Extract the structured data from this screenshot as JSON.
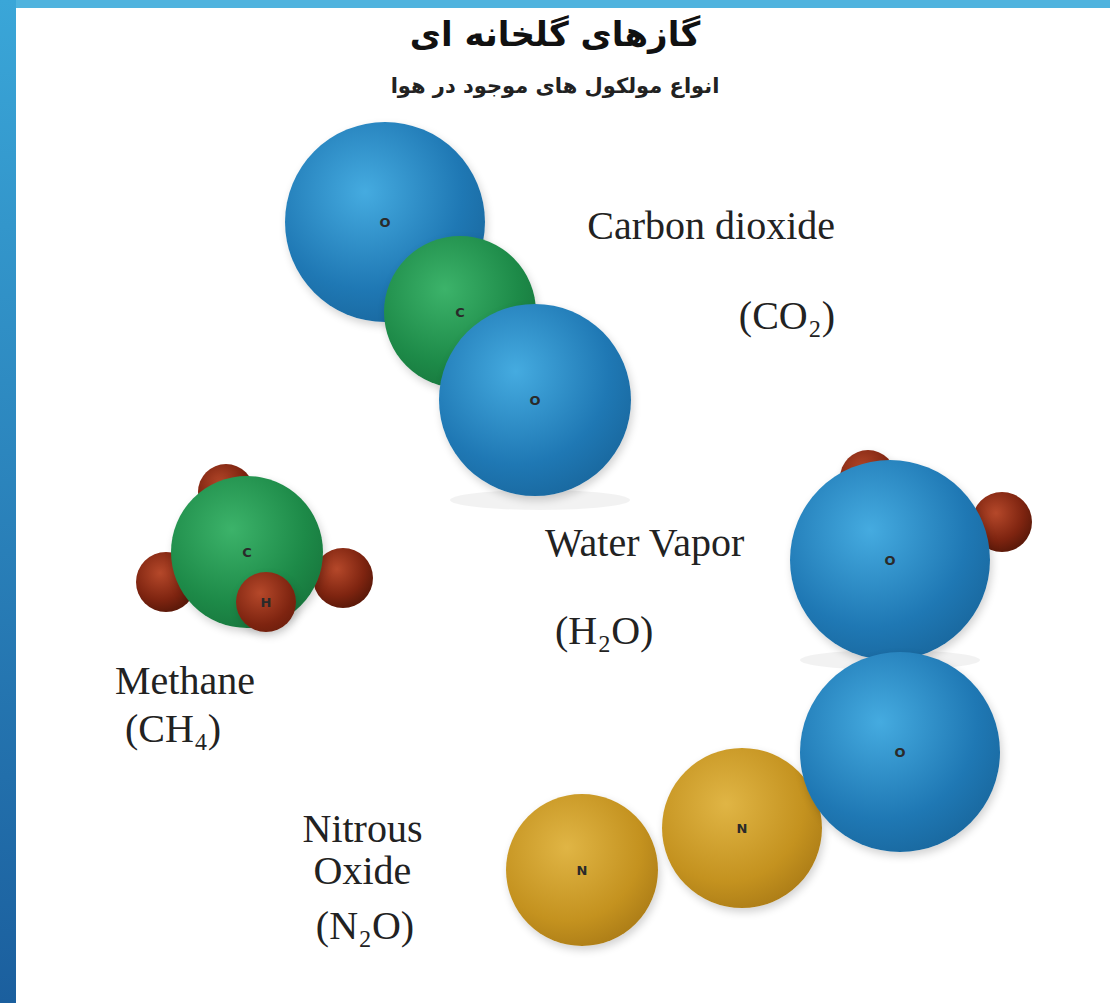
{
  "diagram": {
    "title": "گازهای گلخانه ای",
    "nodes": [
      {
        "text": [
          "O"
        ]
      },
      {
        "text": [
          "C"
        ]
      },
      {
        "text": [
          "O"
        ]
      },
      {
        "text": [
          "C"
        ]
      },
      {
        "text": [
          "H"
        ]
      },
      {
        "text": [
          "H"
        ]
      },
      {
        "text": [
          "O"
        ]
      },
      {
        "text": [
          "N"
        ]
      },
      {
        "text": [
          "N"
        ]
      },
      {
        "text": [
          "O"
        ]
      }
    ],
    "labels": [
      "انواع مولکول های موجود در هوا",
      "Carbon dioxide",
      "(CO₂)",
      "Methane",
      "(CH₄)",
      "Water Vapor",
      "(H₂O)",
      "Nitrous Oxide",
      "(N₂O)"
    ]
  }
}
